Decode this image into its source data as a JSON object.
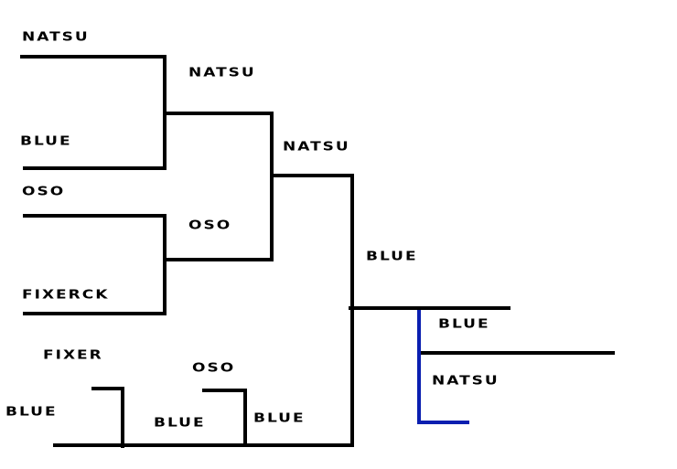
{
  "colors": {
    "background": "#ffffff",
    "line": "#000000",
    "winner_line": "#0a1fb0",
    "text": "#000000"
  },
  "bracket": {
    "round1": {
      "match1": {
        "top": "NATSU",
        "bottom": "BLUE"
      },
      "match2": {
        "top": "OSO",
        "bottom": "FIXERCK"
      }
    },
    "round2": {
      "top": "NATSU",
      "bottom": "OSO"
    },
    "upper_final": "NATSU",
    "losers": {
      "entrant_a": "FIXER",
      "entrant_b": "BLUE",
      "winner_a": "BLUE",
      "entrant_c": "OSO",
      "winner_b": "BLUE"
    },
    "losers_final": "BLUE",
    "grand_final": {
      "top": "BLUE",
      "bottom": "NATSU"
    }
  }
}
